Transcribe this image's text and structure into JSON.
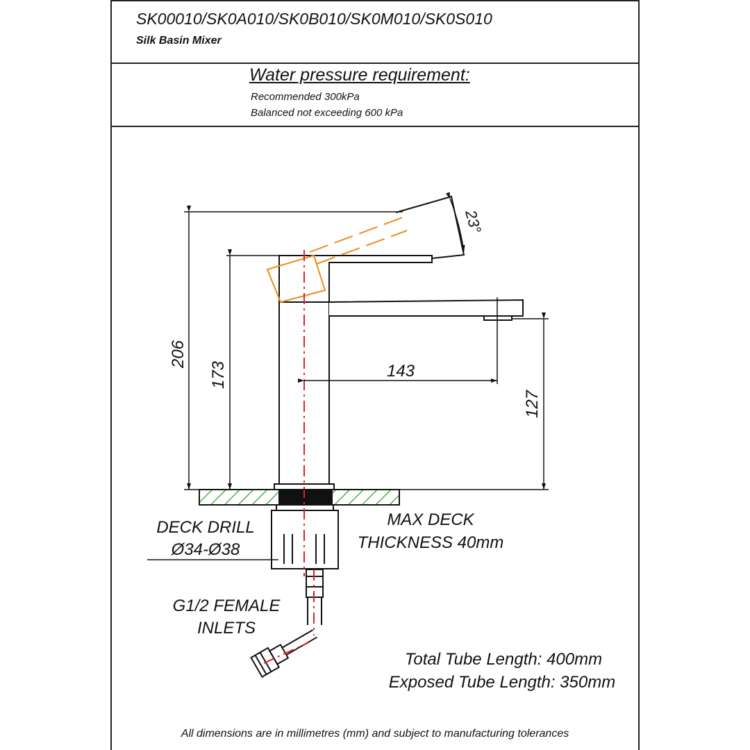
{
  "header": {
    "model_codes": "SK00010/SK0A010/SK0B010/SK0M010/SK0S010",
    "product_name": "Silk Basin Mixer"
  },
  "pressure": {
    "heading": "Water pressure requirement:",
    "recommended": "Recommended 300kPa",
    "balanced": "Balanced not exceeding 600 kPa"
  },
  "dimensions": {
    "overall_height": "206",
    "body_height": "173",
    "spout_reach": "143",
    "spout_clearance": "127",
    "handle_angle": "23°"
  },
  "labels": {
    "deck_drill_line1": "DECK DRILL",
    "deck_drill_line2": "Ø34-Ø38",
    "max_deck_line1": "MAX DECK",
    "max_deck_line2": "THICKNESS 40mm",
    "inlets_line1": "G1/2 FEMALE",
    "inlets_line2": "INLETS",
    "total_tube": "Total Tube Length: 400mm",
    "exposed_tube": "Exposed Tube Length: 350mm"
  },
  "footer": {
    "note": "All dimensions are in millimetres (mm) and subject to manufacturing tolerances"
  },
  "colors": {
    "line": "#111111",
    "centerline": "#e02020",
    "handle_outline": "#f08a1c",
    "hatch": "#2aa02a"
  }
}
